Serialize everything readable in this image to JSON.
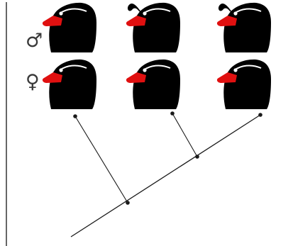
{
  "figure": {
    "sex_symbols": {
      "male": "♂",
      "female": "♀"
    },
    "colors": {
      "head": "#000000",
      "beak": "#e01010",
      "eye_ring": "#ffffff",
      "tree_line": "#1a1a1a",
      "frame_line": "#333333"
    },
    "heads": [
      {
        "sex": "male",
        "crest": false
      },
      {
        "sex": "male",
        "crest": true
      },
      {
        "sex": "male",
        "crest": true
      },
      {
        "sex": "female",
        "crest": false
      },
      {
        "sex": "female",
        "crest": false
      },
      {
        "sex": "female",
        "crest": false
      }
    ]
  }
}
